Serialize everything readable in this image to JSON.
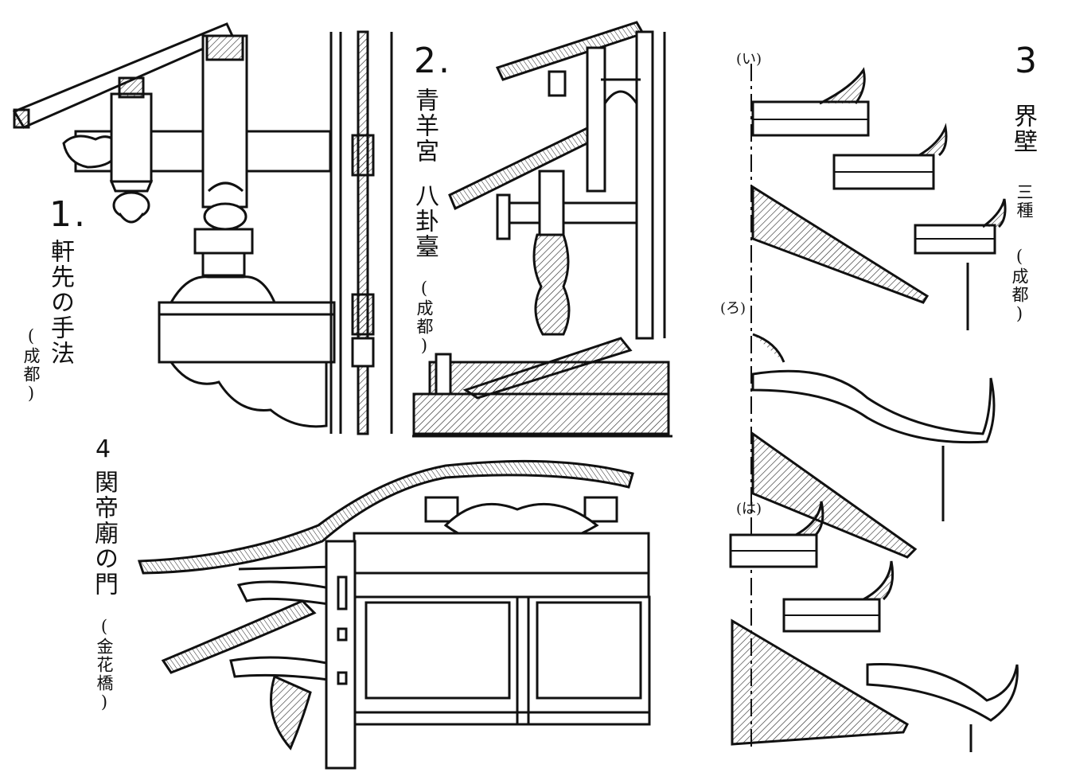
{
  "figures": [
    {
      "number": "1.",
      "caption": "軒先の手法",
      "location": "(成都)"
    },
    {
      "number": "2.",
      "caption_a": "青羊宮",
      "caption_b": "八卦臺",
      "location": "(成都)"
    },
    {
      "number": "3",
      "caption_a": "界壁",
      "caption_b": "三種",
      "location": "(成都)",
      "variants": [
        "(い)",
        "(ろ)",
        "(は)"
      ]
    },
    {
      "number": "4",
      "caption": "関帝廟の門",
      "location": "(金花橋)"
    }
  ],
  "ink_color": "#111111"
}
